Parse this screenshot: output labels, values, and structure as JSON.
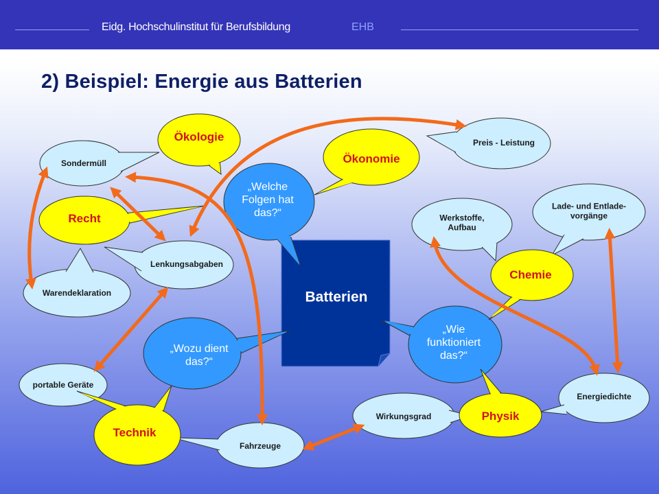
{
  "header": {
    "institute": "Eidg. Hochschulinstitut für Berufsbildung",
    "abbr": "EHB"
  },
  "slide": {
    "title": "2) Beispiel: Energie aus Batterien"
  },
  "center": {
    "label": "Batterien"
  },
  "questions": {
    "folgen": "„Welche Folgen hat das?“",
    "wozu": "„Wozu dient das?“",
    "wie": "„Wie funktioniert das?“"
  },
  "categories": {
    "oekologie": "Ökologie",
    "oekonomie": "Ökonomie",
    "recht": "Recht",
    "chemie": "Chemie",
    "physik": "Physik",
    "technik": "Technik"
  },
  "items": {
    "sondermuell": "Sondermüll",
    "preis": "Preis - Leistung",
    "lenkung": "Lenkungsabgaben",
    "warendeklaration": "Warendeklaration",
    "werkstoffe": "Werkstoffe, Aufbau",
    "ladeentlade": "Lade- und Entlade- vorgänge",
    "portable": "portable Geräte",
    "fahrzeuge": "Fahrzeuge",
    "wirkungsgrad": "Wirkungsgrad",
    "energiedichte": "Energiedichte"
  },
  "colors": {
    "header_bg": "#3434b8",
    "title": "#0d1f66",
    "center_box": "#003399",
    "question_bubble": "#3399ff",
    "category_bubble": "#ffff00",
    "category_text": "#d0131a",
    "item_bubble": "#cceeff",
    "arrow": "#f26a1b"
  }
}
